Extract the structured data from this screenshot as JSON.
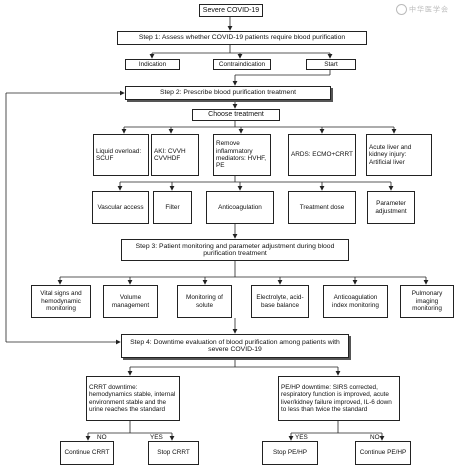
{
  "title": "Severe COVID-19",
  "watermark": "中华医学会",
  "step1": "Step 1: Assess whether COVID-19 patients require blood purification",
  "step1_options": [
    "Indication",
    "Contraindication",
    "Start"
  ],
  "step2": "Step 2: Prescribe blood purification treatment",
  "choose_treatment": "Choose treatment",
  "treatments": [
    "Liquid overload: SCUF",
    "AKI: CVVH CVVHDF",
    "Remove inflammatory mediators: HVHF, PE",
    "ARDS: ECMO+CRRT",
    "Acute liver and kidney injury: Artificial liver"
  ],
  "prescription_params": [
    "Vascular access",
    "Filter",
    "Anticoagulation",
    "Treatment dose",
    "Parameter adjustment"
  ],
  "step3": "Step 3: Patient monitoring and parameter adjustment during blood purification treatment",
  "monitoring": [
    "Vital signs and hemodynamic monitoring",
    "Volume management",
    "Monitoring of solute",
    "Electrolyte, acid-base balance",
    "Anticoagulation index monitoring",
    "Pulmonary imaging monitoring"
  ],
  "step4": "Step 4: Downtime evaluation of blood purification among patients with severe COVID-19",
  "crrt_downtime": "CRRT downtime: hemodynamics stable, internal environment stable and the urine reaches the standard",
  "pehp_downtime": "PE/HP downtime: SIRS corrected, respiratory function is improved, acute liver/kidney failure improved, IL-6 down to less than twice the standard",
  "no_label": "NO",
  "yes_label": "YES",
  "outcomes": [
    "Continue CRRT",
    "Stop CRRT",
    "Stop PE/HP",
    "Continue PE/HP"
  ]
}
